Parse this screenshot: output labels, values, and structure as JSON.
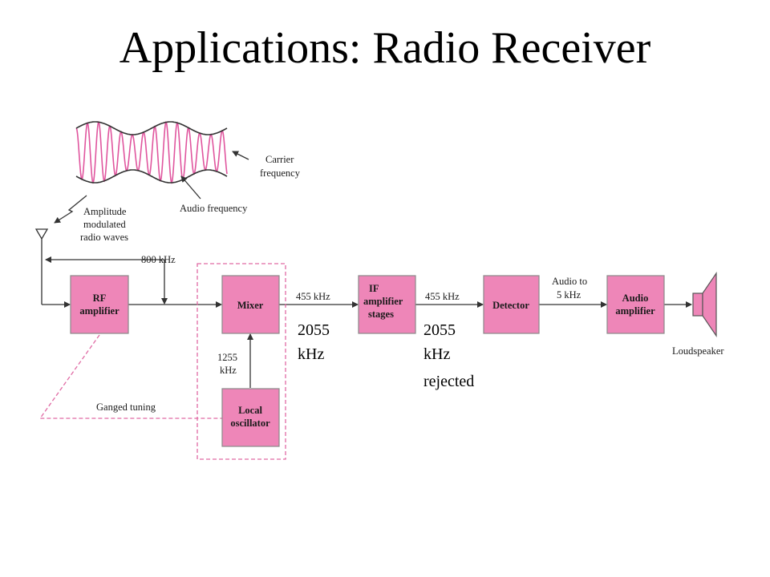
{
  "title": "Applications: Radio Receiver",
  "waveform": {
    "carrier_label": [
      "Carrier",
      "frequency"
    ],
    "audio_label": "Audio frequency",
    "antenna_label": [
      "Amplitude",
      "modulated",
      "radio waves"
    ]
  },
  "signals": {
    "rf_in": "800 kHz",
    "if_1": "455 kHz",
    "if_2": "455 kHz",
    "lo": [
      "1255",
      "kHz"
    ],
    "audio": [
      "Audio to",
      "5 kHz"
    ]
  },
  "blocks": {
    "rf_amp": [
      "RF",
      "amplifier"
    ],
    "mixer": [
      "Mixer"
    ],
    "if_amp": [
      "IF",
      "amplifier",
      "stages"
    ],
    "detector": [
      "Detector"
    ],
    "audio_amp": [
      "Audio",
      "amplifier"
    ],
    "local_osc": [
      "Local",
      "oscillator"
    ]
  },
  "ganged_tuning": "Ganged tuning",
  "loudspeaker": "Loudspeaker",
  "notes": {
    "image_freq": [
      "2055",
      "kHz"
    ],
    "image_rejected": [
      "2055",
      "kHz",
      "rejected"
    ]
  },
  "colors": {
    "block_fill": "#ee86b8",
    "dashed": "#e06aa4"
  }
}
